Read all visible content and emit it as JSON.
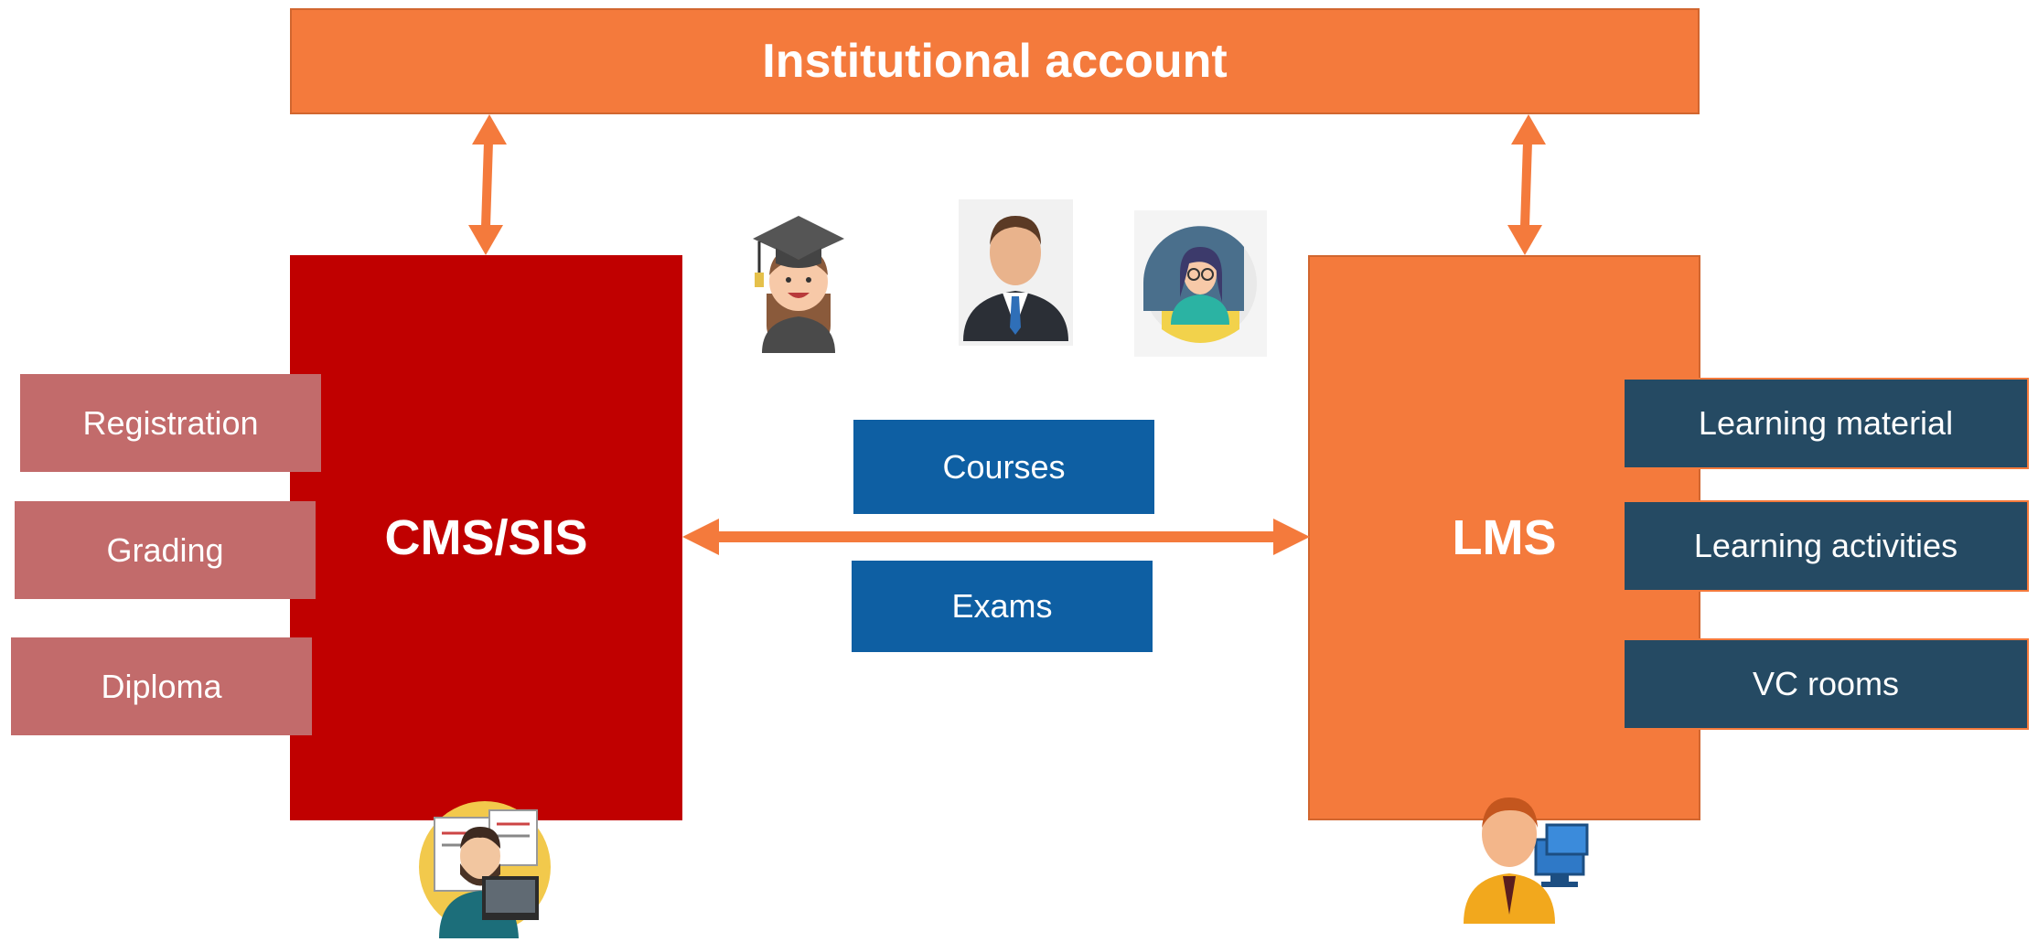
{
  "header": {
    "title": "Institutional account"
  },
  "systems": {
    "cms": "CMS/SIS",
    "lms": "LMS"
  },
  "cms_modules": [
    "Registration",
    "Grading",
    "Diploma"
  ],
  "lms_modules": [
    "Learning material",
    "Learning activities",
    "VC rooms"
  ],
  "shared": [
    "Courses",
    "Exams"
  ],
  "icons": {
    "student": "graduate-student-icon",
    "staff": "businessman-icon",
    "teacher": "teacher-icon",
    "cms_admin": "cms-admin-icon",
    "lms_admin": "lms-admin-icon"
  },
  "colors": {
    "orange": "#F47A3C",
    "red": "#C00000",
    "pink": "#C26B6B",
    "navy": "#254A63",
    "blue": "#0E5FA3"
  }
}
